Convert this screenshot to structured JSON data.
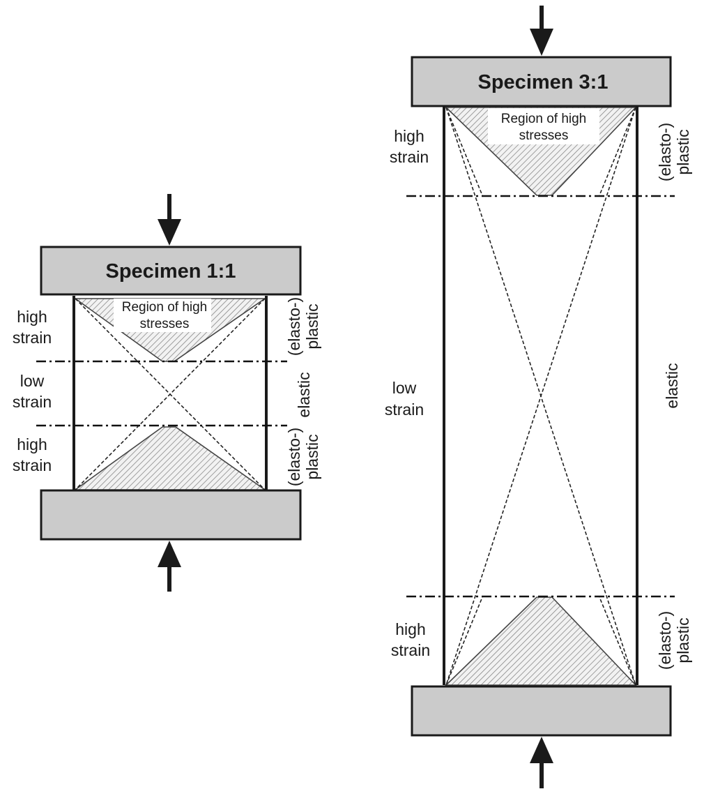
{
  "left": {
    "title": "Specimen 1:1",
    "region_label_line1": "Region of high",
    "region_label_line2": "stresses",
    "left_labels": {
      "top_line1": "high",
      "top_line2": "strain",
      "mid_line1": "low",
      "mid_line2": "strain",
      "bottom_line1": "high",
      "bottom_line2": "strain"
    },
    "right_labels": {
      "top_line1": "(elasto-)",
      "top_line2": "plastic",
      "mid": "elastic",
      "bottom_line1": "(elasto-)",
      "bottom_line2": "plastic"
    }
  },
  "right": {
    "title": "Specimen 3:1",
    "region_label_line1": "Region of high",
    "region_label_line2": "stresses",
    "left_labels": {
      "top_line1": "high",
      "top_line2": "strain",
      "mid_line1": "low",
      "mid_line2": "strain",
      "bottom_line1": "high",
      "bottom_line2": "strain"
    },
    "right_labels": {
      "top_line1": "(elasto-)",
      "top_line2": "plastic",
      "mid": "elastic",
      "bottom_line1": "(elasto-)",
      "bottom_line2": "plastic"
    }
  }
}
